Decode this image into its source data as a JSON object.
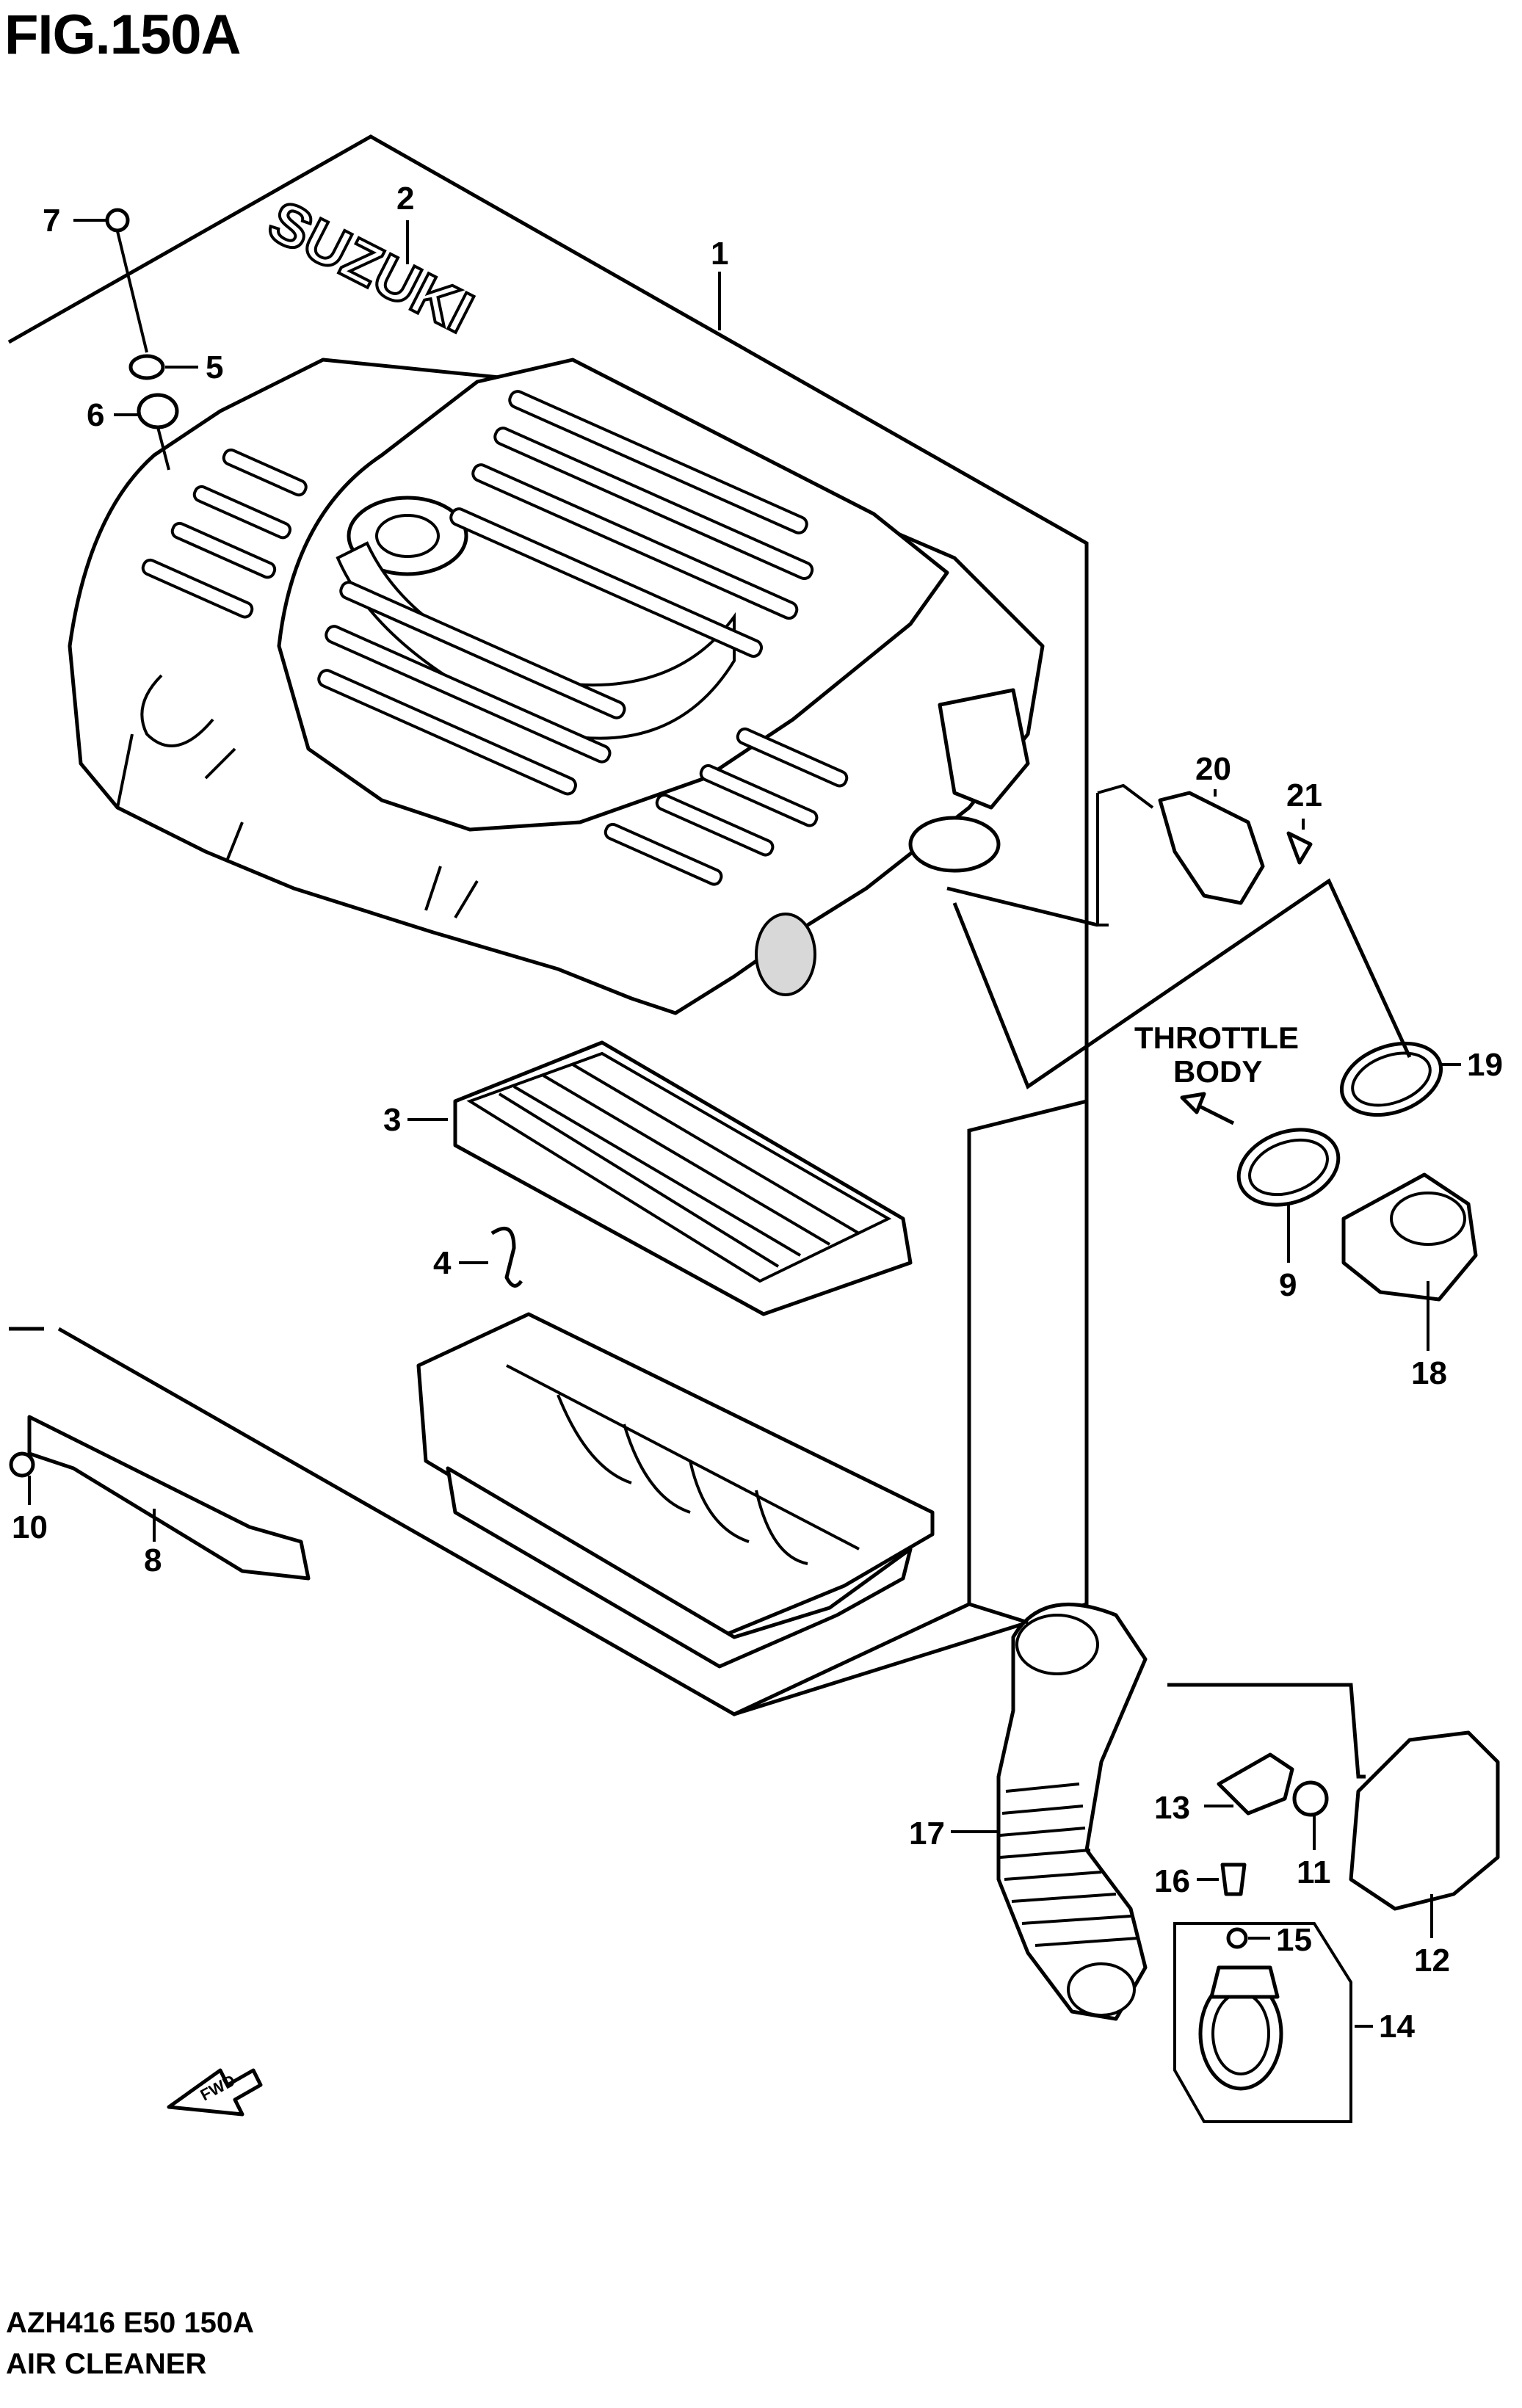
{
  "figure": {
    "title": "FIG.150A",
    "code": "AZH416 E50 150A",
    "name": "AIR CLEANER"
  },
  "brand_text": "SUZUKI",
  "notes": {
    "throttle_line1": "THROTTLE",
    "throttle_line2": "BODY",
    "fwd": "FWD"
  },
  "callouts": [
    "1",
    "2",
    "3",
    "4",
    "5",
    "6",
    "7",
    "8",
    "9",
    "10",
    "11",
    "12",
    "13",
    "14",
    "15",
    "16",
    "17",
    "18",
    "19",
    "20",
    "21"
  ],
  "colors": {
    "line": "#000000",
    "background": "#ffffff"
  }
}
